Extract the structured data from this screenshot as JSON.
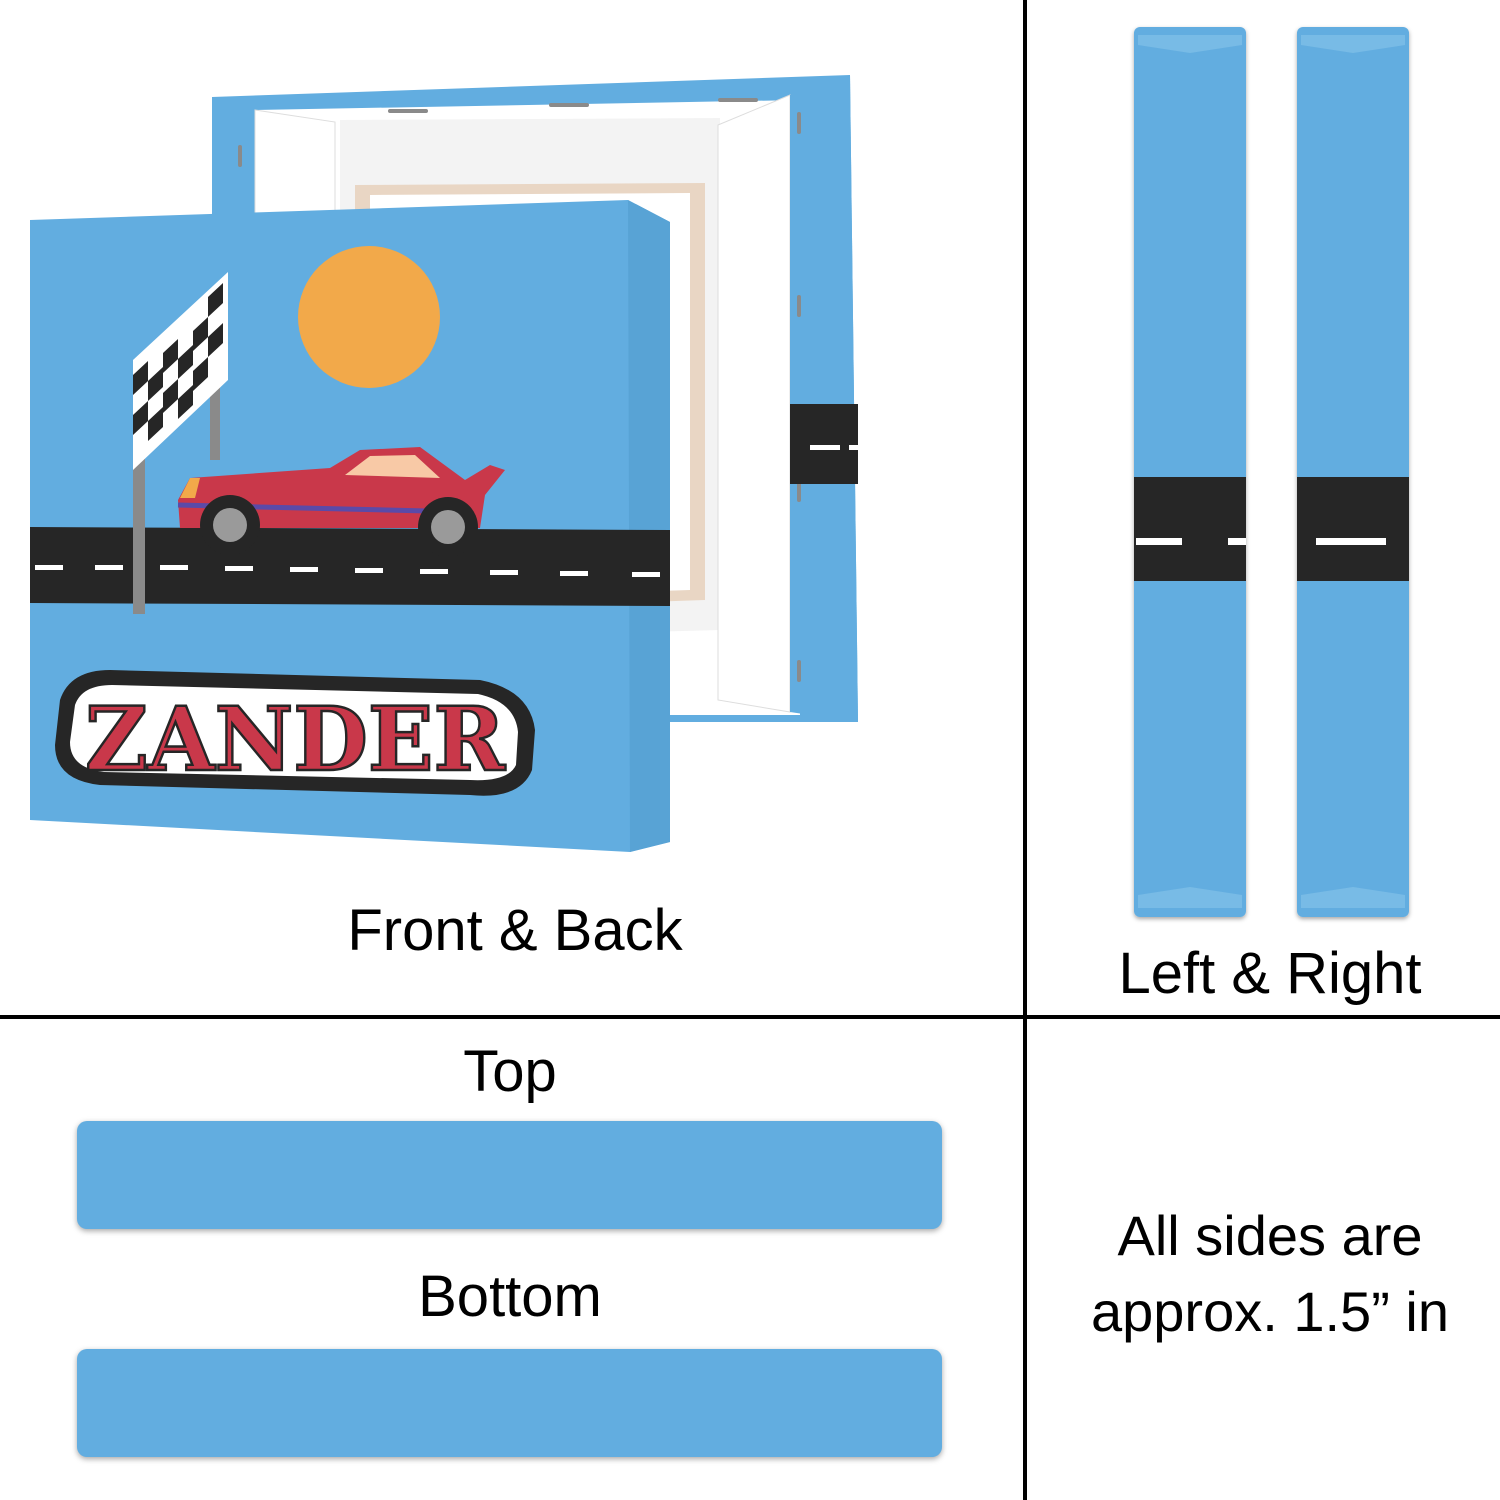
{
  "captions": {
    "front_back": "Front & Back",
    "left_right": "Left & Right",
    "top": "Top",
    "bottom": "Bottom",
    "note_line1": "All sides are",
    "note_line2": "approx. 1.5” in"
  },
  "artwork": {
    "name_text": "ZANDER"
  },
  "colors": {
    "sky_blue": "#62ade0",
    "road": "#262626",
    "sun": "#f2a94a",
    "car_red": "#c9384a",
    "outline": "#262626"
  },
  "icons": {
    "flag": "checkered-flag-icon",
    "car": "race-car-icon",
    "sun": "sun-icon"
  }
}
